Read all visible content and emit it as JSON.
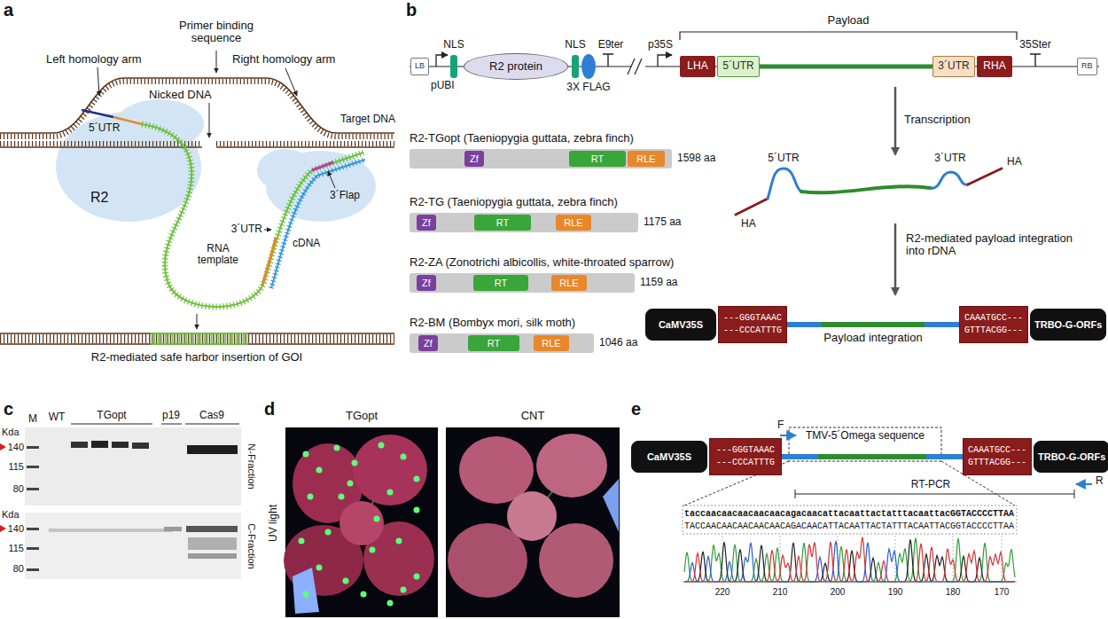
{
  "diagram": {
    "nodes": [
      {
        "text": [
          "R2"
        ]
      },
      {
        "text": [
          "LB"
        ]
      },
      {
        "text": [
          "R2 protein"
        ]
      },
      {
        "text": [
          "LHA"
        ]
      },
      {
        "text": [
          "5´UTR"
        ]
      },
      {
        "text": [
          "3´UTR"
        ]
      },
      {
        "text": [
          "RHA"
        ]
      },
      {
        "text": [
          "RB"
        ]
      },
      {
        "text": [
          "R2-TGopt (Taeniopygia guttata, zebra finch)",
          "1598 aa"
        ]
      },
      {
        "text": [
          "Zf"
        ],
        "in": 8
      },
      {
        "text": [
          "RT"
        ],
        "in": 8
      },
      {
        "text": [
          "RLE"
        ],
        "in": 8
      },
      {
        "text": [
          "R2-TG (Taeniopygia guttata, zebra finch)",
          "1175 aa"
        ]
      },
      {
        "text": [
          "Zf"
        ],
        "in": 12
      },
      {
        "text": [
          "RT"
        ],
        "in": 12
      },
      {
        "text": [
          "RLE"
        ],
        "in": 12
      },
      {
        "text": [
          "R2-ZA (Zonotrichi albicollis, white-throated sparrow)",
          "1159 aa"
        ]
      },
      {
        "text": [
          "Zf"
        ],
        "in": 16
      },
      {
        "text": [
          "RT"
        ],
        "in": 16
      },
      {
        "text": [
          "RLE"
        ],
        "in": 16
      },
      {
        "text": [
          "R2-BM (Bombyx mori, silk moth)",
          "1046 aa"
        ]
      },
      {
        "text": [
          "Zf"
        ],
        "in": 20
      },
      {
        "text": [
          "RT"
        ],
        "in": 20
      },
      {
        "text": [
          "RLE"
        ],
        "in": 20
      },
      {
        "text": [
          "CaMV35S"
        ]
      },
      {
        "text": [
          "---GGGTAAAC",
          "---CCCATTTG"
        ]
      },
      {
        "text": [
          "CAAATGCC---",
          "GTTTACGG---"
        ]
      },
      {
        "text": [
          "TRBO-G-ORFs"
        ]
      },
      {
        "text": [
          "CaMV35S"
        ]
      },
      {
        "text": [
          "---GGGTAAAC",
          "---CCCATTTG"
        ]
      },
      {
        "text": [
          "CAAATGCC---",
          "GTTTACGG---"
        ]
      },
      {
        "text": [
          "TRBO-G-ORFs"
        ]
      }
    ],
    "edges": [
      {
        "from": 4,
        "to": 5,
        "arrow": "none"
      },
      {
        "from": 25,
        "to": 26,
        "arrow": "none",
        "label": "Payload integration"
      },
      {
        "from": 29,
        "to": 30,
        "arrow": "none"
      }
    ],
    "labels": [
      "a",
      "Primer binding sequence",
      "Left homology arm",
      "Nicked DNA",
      "Right homology arm",
      "Target DNA",
      "5´UTR",
      "3´Flap",
      "3´UTR",
      "cDNA",
      "RNA template",
      "R2-mediated safe harbor insertion of GOI",
      "b",
      "pUBI",
      "NLS",
      "NLS",
      "3X FLAG",
      "E9ter",
      "p35S",
      "Payload",
      "35Ster",
      "Transcription",
      "5´UTR",
      "3´UTR",
      "HA",
      "HA",
      "R2-mediated payload integration into rDNA",
      "c",
      "Kda",
      "M",
      "WT",
      "TGopt",
      "p19",
      "Cas9",
      "140",
      "115",
      "80",
      "N-Fraction",
      "Kda",
      "140",
      "115",
      "80",
      "C-Fraction",
      "d",
      "TGopt",
      "CNT",
      "UV light",
      "e",
      "F",
      "TMV-5´Omega sequence",
      "R",
      "RT-PCR",
      "taccaacaacaacaacaacagacaacattacaattactatttacaattacGGTACCCCTTAA",
      "TACCAACAACAACAACAACAGACAACATTACAATTACTATTTACAATTACGGTACCCCTTAA",
      "220",
      "210",
      "200",
      "190",
      "180",
      "170"
    ]
  }
}
